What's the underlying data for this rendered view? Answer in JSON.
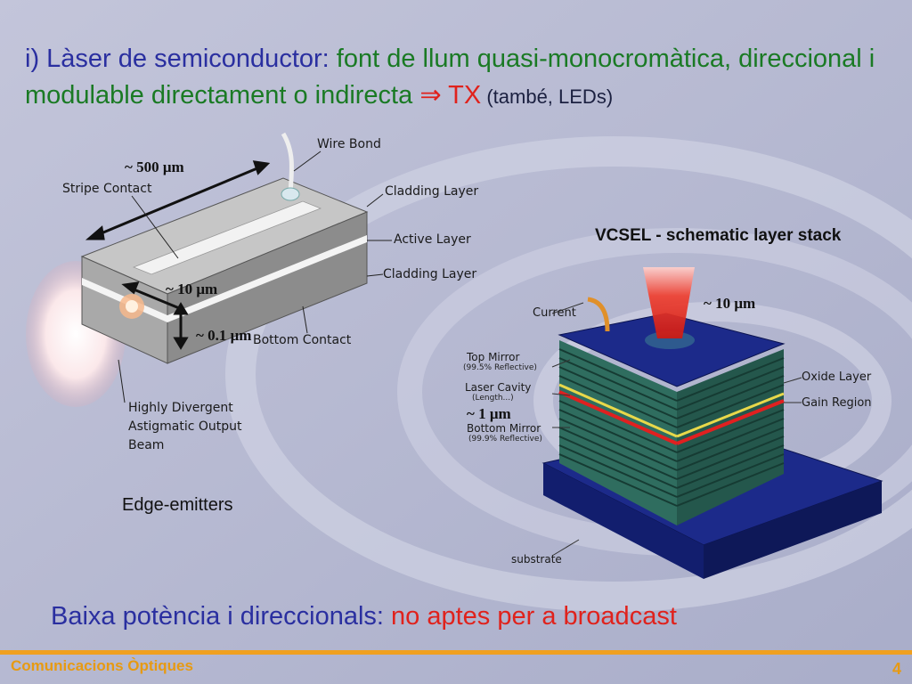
{
  "title": {
    "part1": "i) Làser de semiconductor: ",
    "part2": "font de llum quasi-monocromàtica, direccional i modulable directament o indirecta ",
    "arrow": "⇒",
    "part3": " TX",
    "part4": " (també, LEDs)"
  },
  "edge_emitter": {
    "labels": {
      "wire_bond": "Wire Bond",
      "stripe_contact": "Stripe Contact",
      "cladding_top": "Cladding Layer",
      "active": "Active Layer",
      "cladding_bottom": "Cladding Layer",
      "bottom_contact": "Bottom Contact",
      "beam_1": "Highly    Divergent",
      "beam_2": "Astigmatic Output",
      "beam_3": "Beam"
    },
    "measurements": {
      "length": "~ 500 μm",
      "width": "~ 10 μm",
      "thickness": "~ 0.1 μm"
    },
    "caption": "Edge-emitters"
  },
  "vcsel": {
    "title": "VCSEL - schematic layer stack",
    "labels": {
      "current": "Current",
      "top_mirror": "Top Mirror",
      "top_mirror_sub": "(99.5% Reflective)",
      "laser_cavity": "Laser Cavity",
      "laser_cavity_sub": "(Length...)",
      "bottom_mirror": "Bottom Mirror",
      "bottom_mirror_sub": "(99.9% Reflective)",
      "oxide": "Oxide Layer",
      "gain": "Gain Region",
      "substrate": "substrate"
    },
    "measurements": {
      "aperture": "~ 10 μm",
      "cavity": "~ 1 μm"
    }
  },
  "bottom_text": {
    "part1": "Baixa potència i direccionals: ",
    "part2": "no aptes per a broadcast"
  },
  "footer": {
    "course": "Comunicacions Òptiques",
    "page": "4"
  },
  "colors": {
    "title_blue": "#2a2fa0",
    "green": "#1a7a24",
    "red": "#e0221c",
    "footer_orange": "#e79a12"
  }
}
